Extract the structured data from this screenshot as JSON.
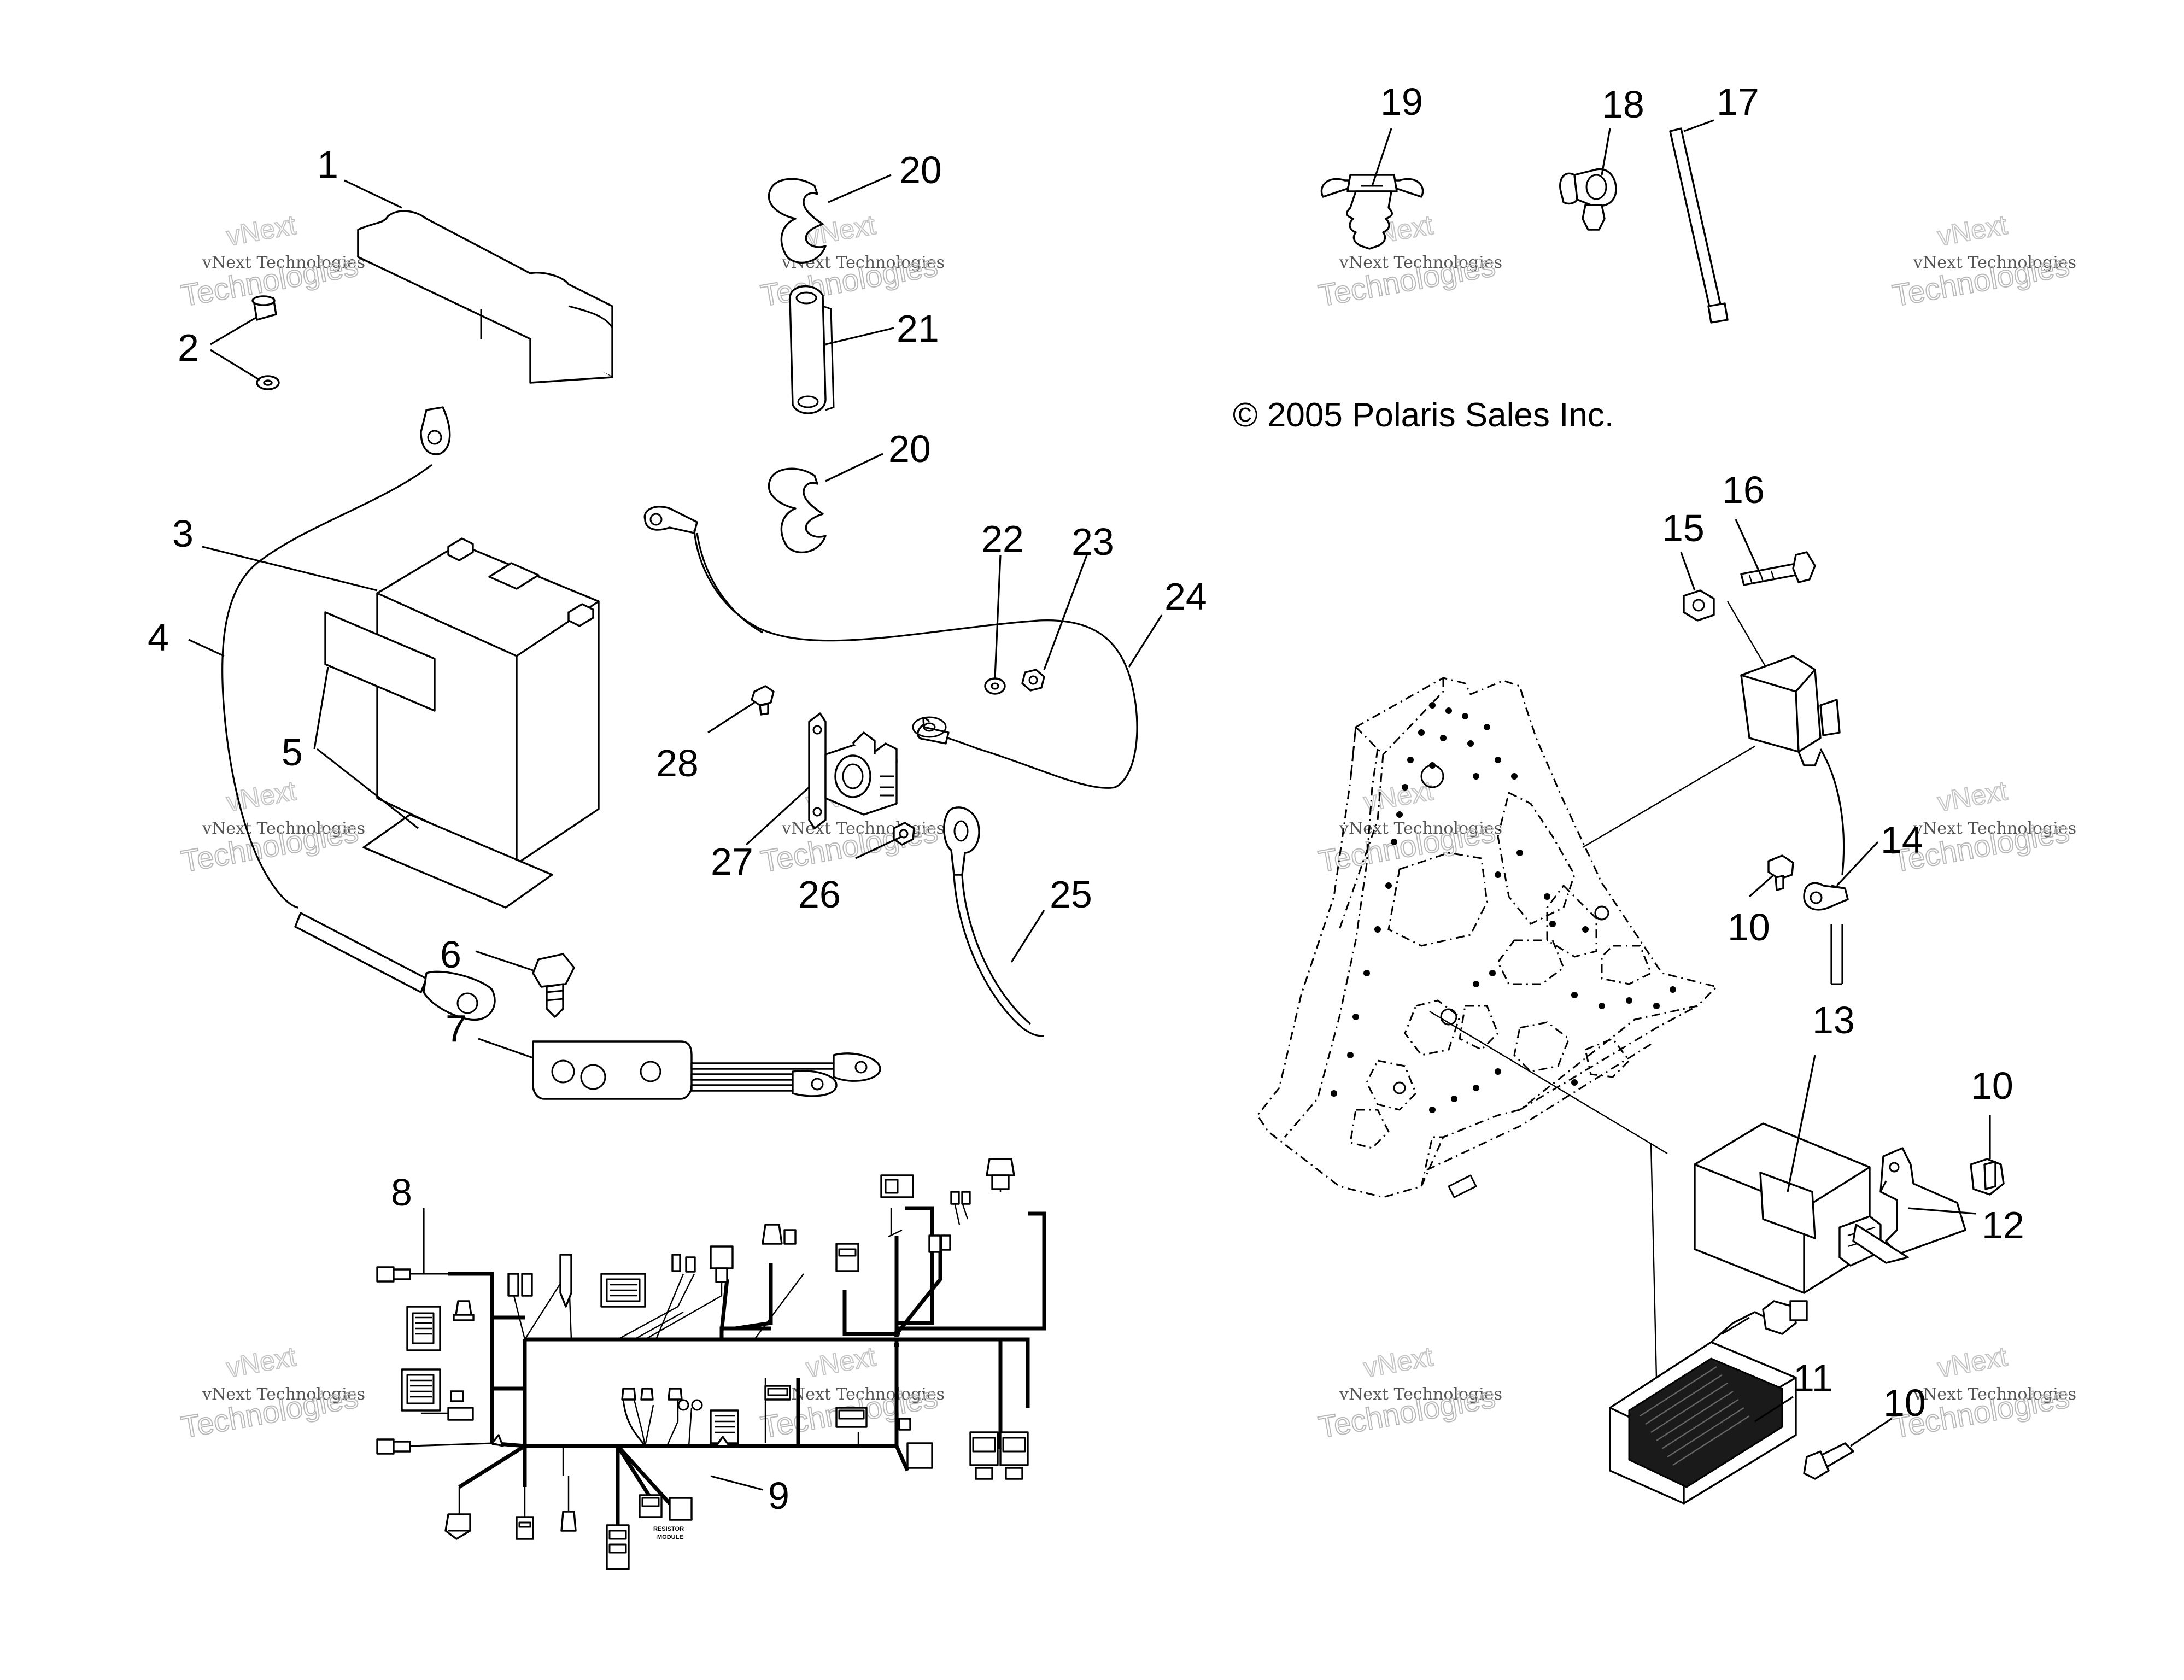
{
  "diagram": {
    "copyright": "© 2005 Polaris Sales Inc.",
    "watermark": {
      "line1": "vNext",
      "line2": "vNext Technologies",
      "line3": "Technologies"
    },
    "connector_caption": {
      "line1": "RESISTOR",
      "line2": "MODULE"
    },
    "callouts": {
      "c1": "1",
      "c2": "2",
      "c3": "3",
      "c4": "4",
      "c5": "5",
      "c6": "6",
      "c7": "7",
      "c8": "8",
      "c9": "9",
      "c10a": "10",
      "c10b": "10",
      "c10c": "10",
      "c11": "11",
      "c12": "12",
      "c13": "13",
      "c14": "14",
      "c15": "15",
      "c16": "16",
      "c17": "17",
      "c18": "18",
      "c19": "19",
      "c20a": "20",
      "c20b": "20",
      "c21": "21",
      "c22": "22",
      "c23": "23",
      "c24": "24",
      "c25": "25",
      "c26": "26",
      "c27": "27",
      "c28": "28"
    }
  }
}
